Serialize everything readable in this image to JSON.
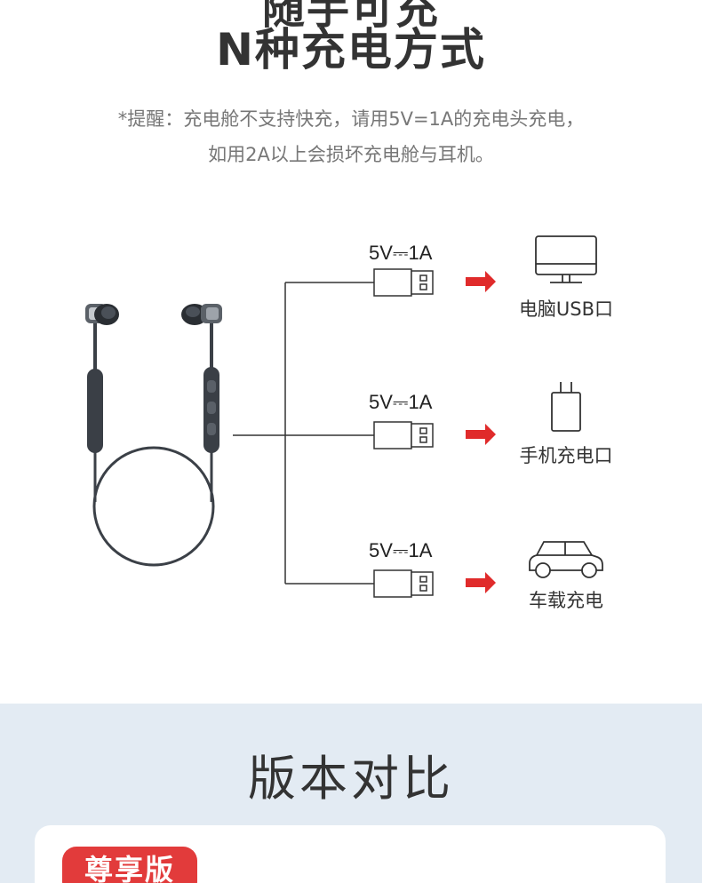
{
  "header": {
    "title_partial": "随手可充",
    "title": "N种充电方式",
    "notice_line1": "*提醒：充电舱不支持快充，请用5V=1A的充电头充电，",
    "notice_line2": "如用2A以上会损坏充电舱与耳机。"
  },
  "charging": {
    "options": [
      {
        "voltage": "5V⎓1A",
        "device": "电脑USB口",
        "icon": "monitor-icon"
      },
      {
        "voltage": "5V⎓1A",
        "device": "手机充电口",
        "icon": "phone-charger-icon"
      },
      {
        "voltage": "5V⎓1A",
        "device": "车载充电",
        "icon": "car-icon"
      }
    ],
    "arrow_color": "#e02b2b",
    "product_icon": "neckband-earphones-image"
  },
  "compare": {
    "title": "版本对比",
    "badge": "尊享版",
    "badge_color": "#e23b3b"
  }
}
